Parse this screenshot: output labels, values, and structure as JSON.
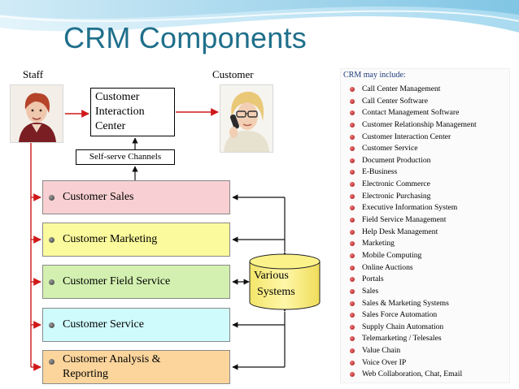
{
  "title": "CRM Components",
  "roles": {
    "staff": "Staff",
    "customer": "Customer"
  },
  "interaction_center": [
    "Customer",
    "Interaction",
    "Center"
  ],
  "self_serve": "Self-serve Channels",
  "components": [
    {
      "label": "Customer Sales",
      "color": "#f8cfd2"
    },
    {
      "label": "Customer Marketing",
      "color": "#fbfa9c"
    },
    {
      "label": "Customer Field Service",
      "color": "#d3f0b0"
    },
    {
      "label": "Customer Service",
      "color": "#cffbfd"
    },
    {
      "label_lines": [
        "Customer Analysis &",
        "Reporting"
      ],
      "color": "#fbd59c"
    }
  ],
  "systems": {
    "lines": [
      "Various",
      "Systems"
    ],
    "color": "#fbf38a"
  },
  "crm_list": {
    "heading": "CRM may include:",
    "items": [
      "Call Center Management",
      "Call Center Software",
      "Contact Management Software",
      "Customer Relationship Management",
      "Customer Interaction Center",
      "Customer Service",
      "Document Production",
      "E-Business",
      "Electronic Commerce",
      "Electronic Purchasing",
      "Executive Information System",
      "Field Service Management",
      "Help Desk Management",
      "Marketing",
      "Mobile Computing",
      "Online Auctions",
      "Portals",
      "Sales",
      "Sales & Marketing Systems",
      "Sales Force Automation",
      "Supply Chain Automation",
      "Telemarketing / Telesales",
      "Value Chain",
      "Voice Over IP",
      "Web Collaboration, Chat, Email"
    ]
  },
  "colors": {
    "title": "#1f6f8b",
    "arrow_red": "#d01818",
    "swoosh": "#9fd4ea"
  }
}
